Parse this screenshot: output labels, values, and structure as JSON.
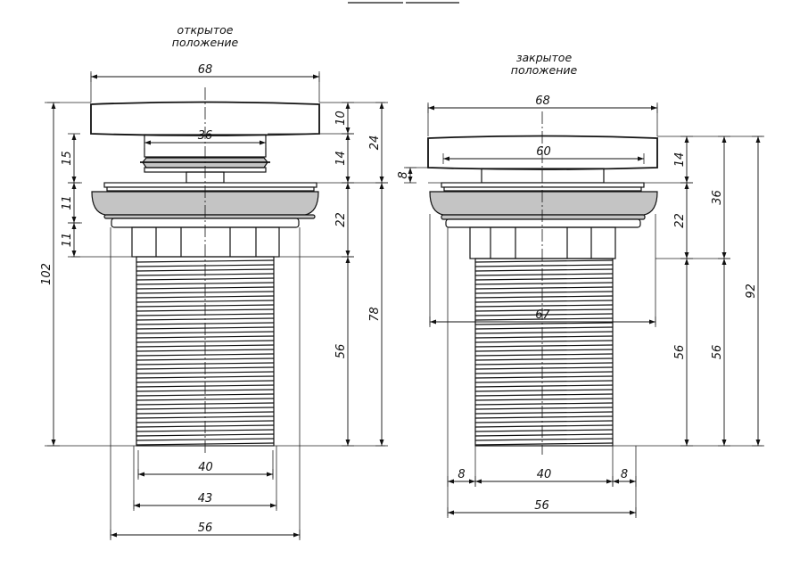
{
  "captions": {
    "open": [
      "открытое",
      "положение"
    ],
    "closed": [
      "закрытое",
      "положение"
    ]
  },
  "open_view": {
    "dimensions": {
      "cap_width": "68",
      "stem_width": "36",
      "thread_inner": "40",
      "thread_outer": "43",
      "nut_width": "56",
      "total_height": "102",
      "stem_gap": "15",
      "flange_upper": "11",
      "flange_lower": "11",
      "cap_height": "10",
      "cap_to_flange": "24",
      "stem_height": "14",
      "flange_height": "22",
      "body_height": "78",
      "thread_height": "56"
    }
  },
  "closed_view": {
    "dimensions": {
      "cap_width": "68",
      "inner_width": "60",
      "flange_width": "67",
      "gap": "8",
      "cap_height": "14",
      "flange_height": "22",
      "thread_height": "56",
      "upper_height": "36",
      "thread_height_2": "56",
      "total_height": "92",
      "left_offset": "8",
      "thread_width": "40",
      "right_offset": "8",
      "nut_width": "56"
    }
  }
}
